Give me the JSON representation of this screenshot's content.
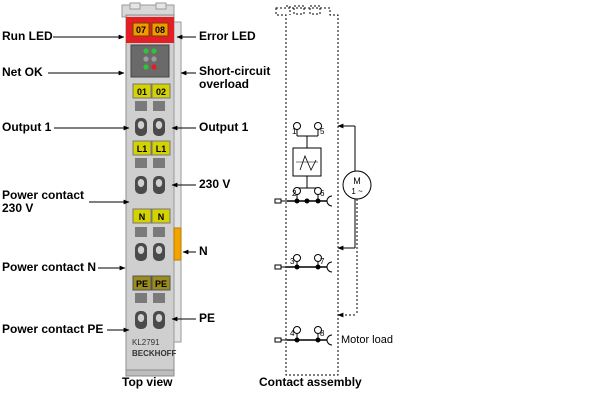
{
  "left_labels": {
    "run_led": "Run LED",
    "net_ok": "Net OK",
    "output1": "Output 1",
    "power_230": "Power contact\n230 V",
    "power_n": "Power contact N",
    "power_pe": "Power contact PE"
  },
  "right_labels": {
    "error_led": "Error LED",
    "short_circuit": "Short-circuit\noverload",
    "output1": "Output 1",
    "v230": "230 V",
    "n": "N",
    "pe": "PE"
  },
  "module": {
    "led_tag_left": "07",
    "led_tag_right": "08",
    "row1_left": "01",
    "row1_right": "02",
    "row2_left": "L1",
    "row2_right": "L1",
    "row3_left": "N",
    "row3_right": "N",
    "row4_left": "PE",
    "row4_right": "PE",
    "model": "KL2791",
    "brand": "BECKHOFF"
  },
  "contact": {
    "t1": "1",
    "t5": "5",
    "t2": "2",
    "t6": "6",
    "t3": "3",
    "t7": "7",
    "t4": "4",
    "t8": "8",
    "motor_m": "M",
    "motor_phase": "1 ~",
    "motor_load": "Motor load"
  },
  "captions": {
    "top_view": "Top view",
    "contact_assembly": "Contact assembly"
  },
  "colors": {
    "error_red": "#e31e24",
    "tag_yellow": "#d4d200",
    "tag_olive": "#9a8c1e",
    "side_orange": "#f2a500",
    "module_grey": "#c9c9c9"
  }
}
